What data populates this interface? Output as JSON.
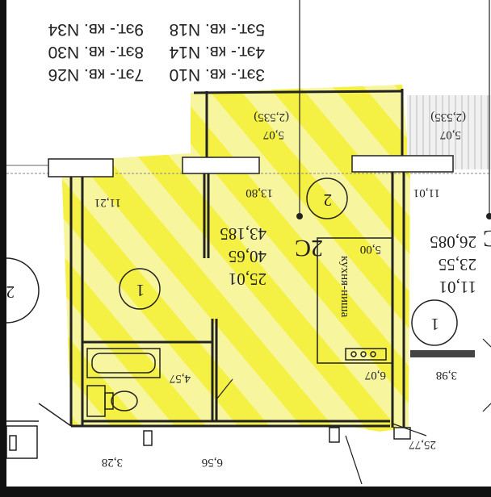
{
  "header": {
    "rows": [
      {
        "left": "3эт.- кв. N10",
        "right": "7эт.- кв. N26"
      },
      {
        "left": "4эт.- кв. N14",
        "right": "8эт.- кв. N30"
      },
      {
        "left": "5эт.- кв. N18",
        "right": "9эт.- кв. N34"
      }
    ]
  },
  "apartment": {
    "label": "2С",
    "areas": {
      "living": "25,01",
      "total_a": "40,65",
      "total_b": "43,185"
    },
    "right_areas": {
      "living": "11,01",
      "total_a": "23,55",
      "total_b": "26,085"
    },
    "right_letter": "С"
  },
  "rooms": {
    "room1_number": "1",
    "room2_number": "2",
    "room_right_number": "1",
    "room_left_edge_number": "2",
    "kitchen_label": "кухня-ниша",
    "room1_area": "11,21",
    "room2_area": "13,80",
    "right_room_area": "11,01",
    "balcony_area": "5,07",
    "balcony_area_sub": "(2,535)",
    "balcony_right_area": "5,07",
    "balcony_right_sub": "(2,535)",
    "kitchen_area": "5,00",
    "bath_area": "4,57",
    "hall_area": "6,07",
    "right_hall_area": "3,98",
    "wc_area": "3,28",
    "corridor_area": "6,56",
    "corner_area": "25,77"
  },
  "colors": {
    "highlight": "#f4f03a",
    "line": "#222222"
  }
}
